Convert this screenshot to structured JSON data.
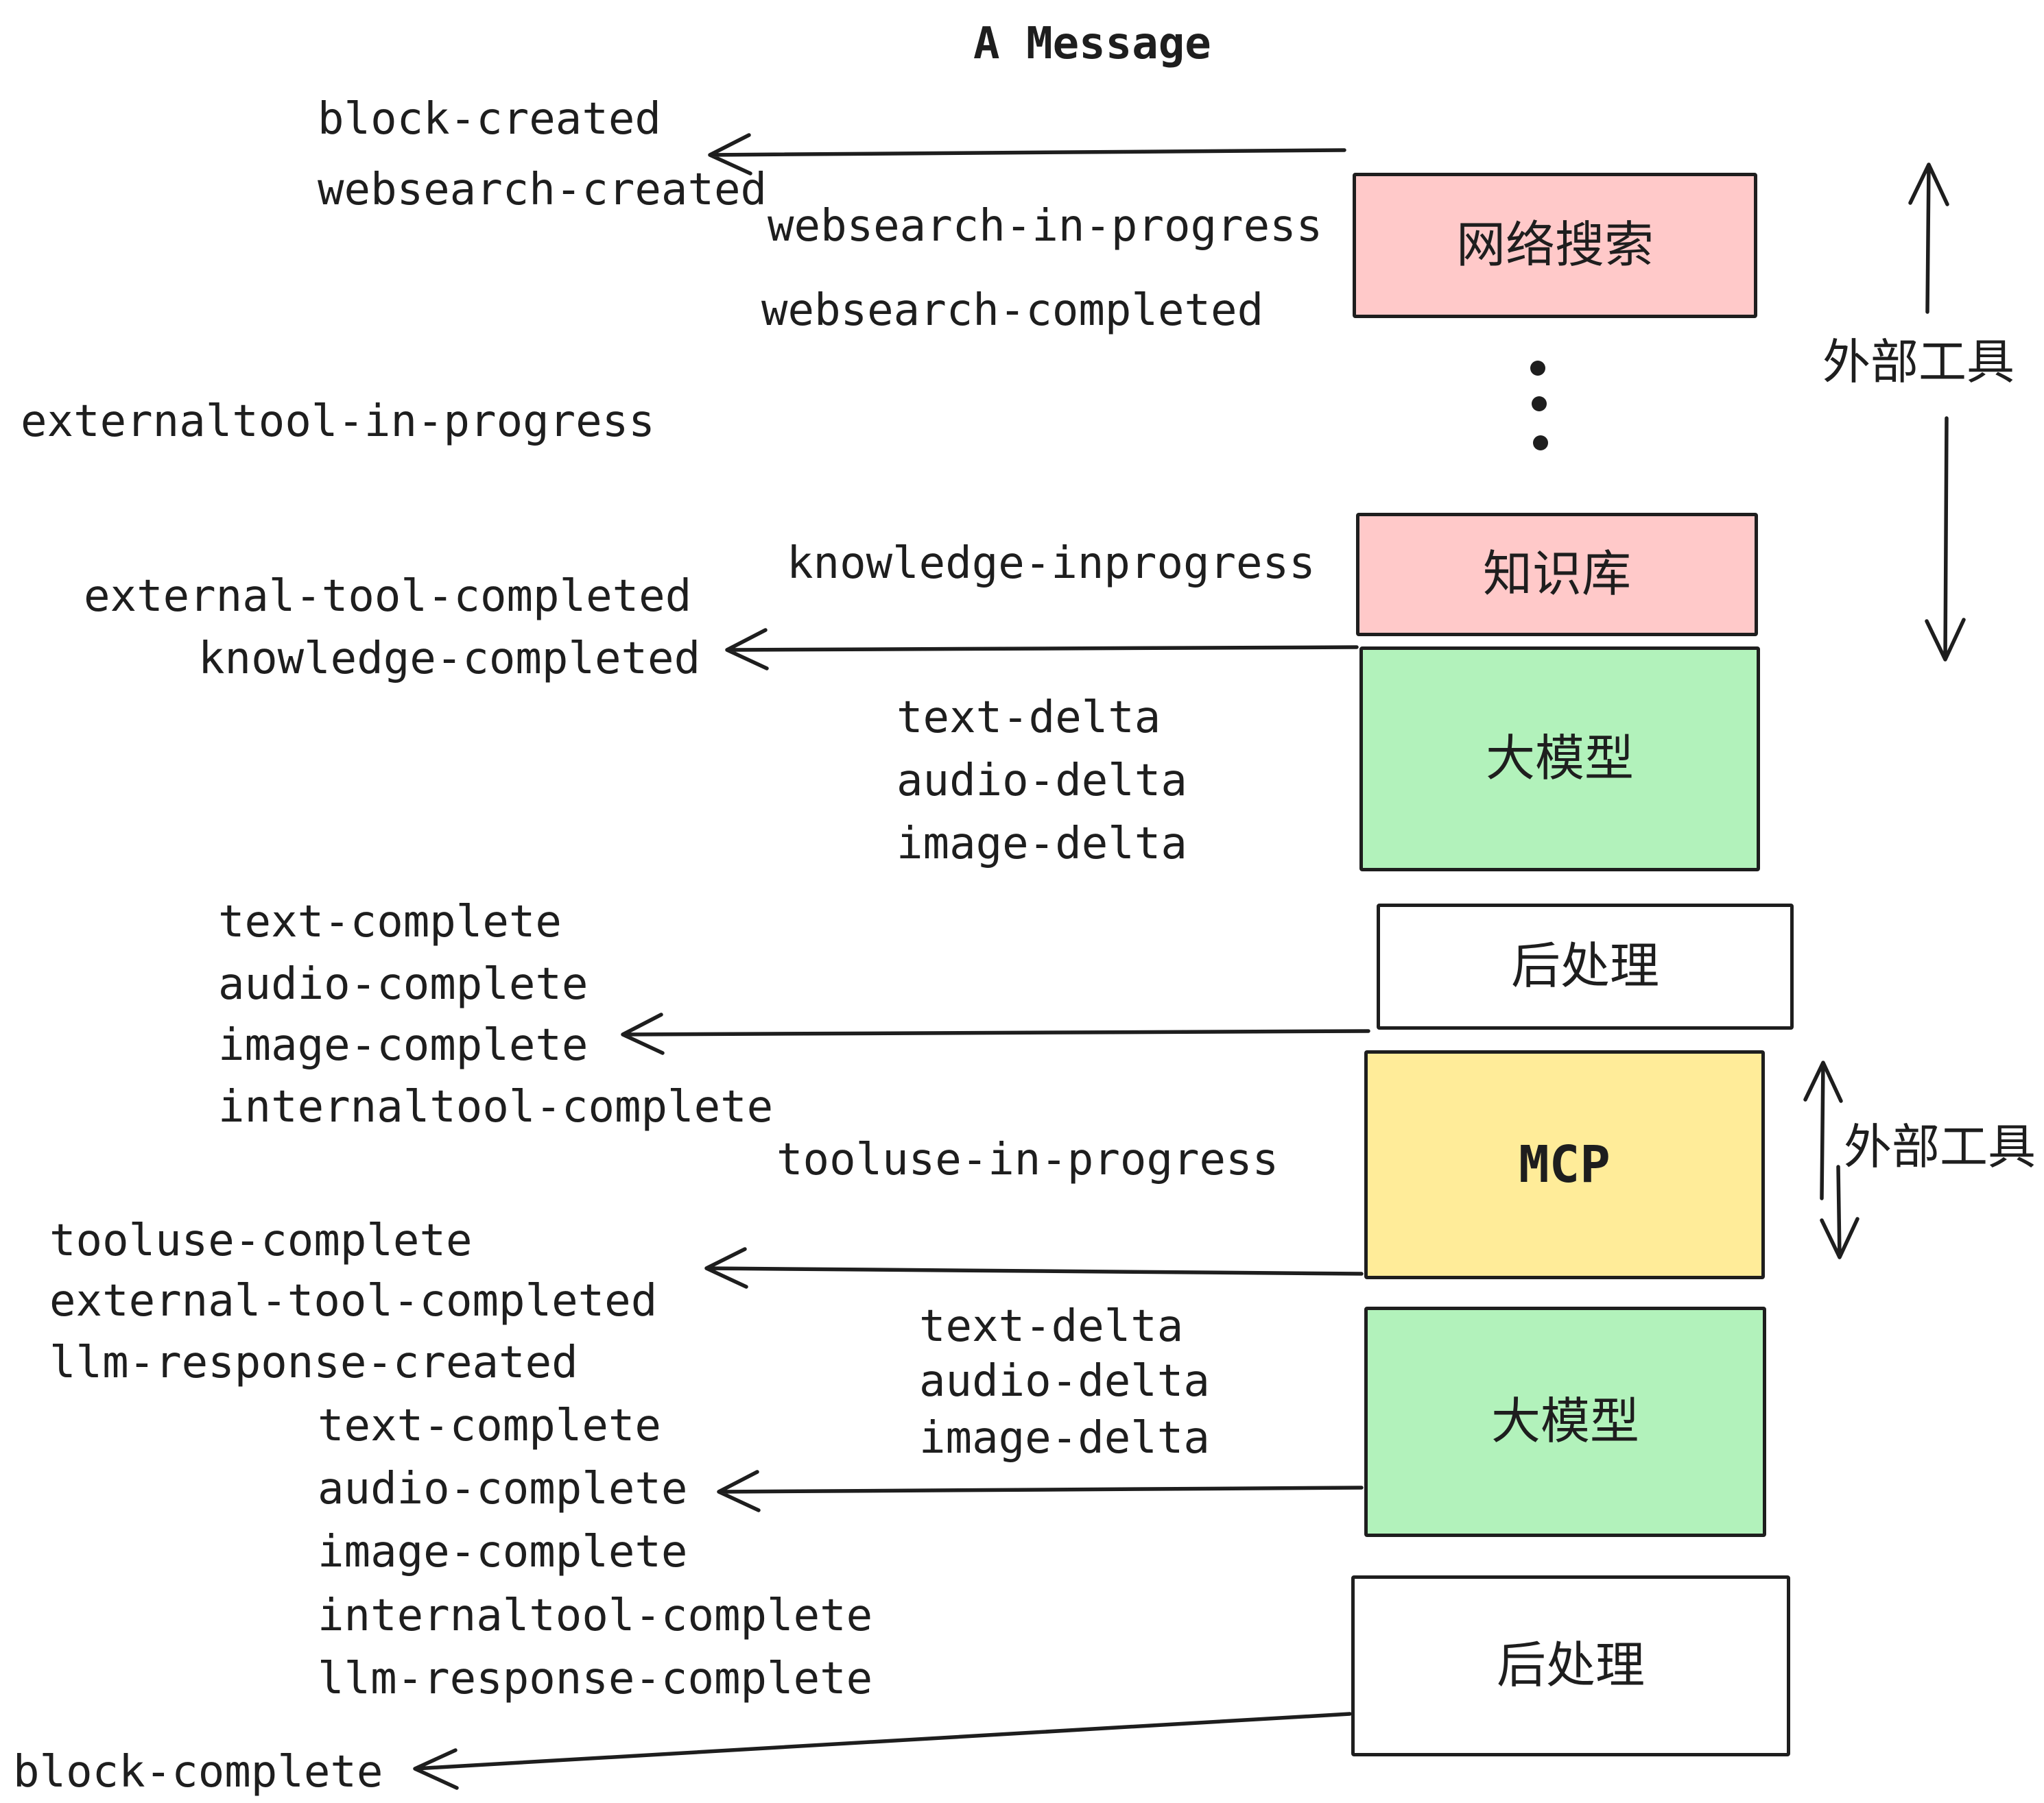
{
  "title": "A Message",
  "colors": {
    "stroke": "#1e1e1e",
    "pink": "#ffc9c9",
    "green": "#b2f2bb",
    "yellow": "#ffec99",
    "white": "#ffffff"
  },
  "boxes": [
    {
      "id": "websearch",
      "label": "网络搜索",
      "color": "#ffc9c9"
    },
    {
      "id": "knowledge",
      "label": "知识库",
      "color": "#ffc9c9"
    },
    {
      "id": "llm-1",
      "label": "大模型",
      "color": "#b2f2bb"
    },
    {
      "id": "post-1",
      "label": "后处理",
      "color": "#ffffff"
    },
    {
      "id": "mcp",
      "label": "MCP",
      "color": "#ffec99"
    },
    {
      "id": "llm-2",
      "label": "大模型",
      "color": "#b2f2bb"
    },
    {
      "id": "post-2",
      "label": "后处理",
      "color": "#ffffff"
    }
  ],
  "side_labels": {
    "external_tools_top": "外部工具",
    "external_tools_mcp": "外部工具"
  },
  "events": [
    "block-created",
    "websearch-created",
    "websearch-in-progress",
    "websearch-completed",
    "externaltool-in-progress",
    "knowledge-inprogress",
    "external-tool-completed",
    "knowledge-completed",
    "text-delta",
    "audio-delta",
    "image-delta",
    "text-complete",
    "audio-complete",
    "image-complete",
    "internaltool-complete",
    "tooluse-in-progress",
    "tooluse-complete",
    "external-tool-completed",
    "llm-response-created",
    "text-complete",
    "audio-complete",
    "image-complete",
    "internaltool-complete",
    "llm-response-complete",
    "block-complete",
    "text-delta",
    "audio-delta",
    "image-delta"
  ]
}
